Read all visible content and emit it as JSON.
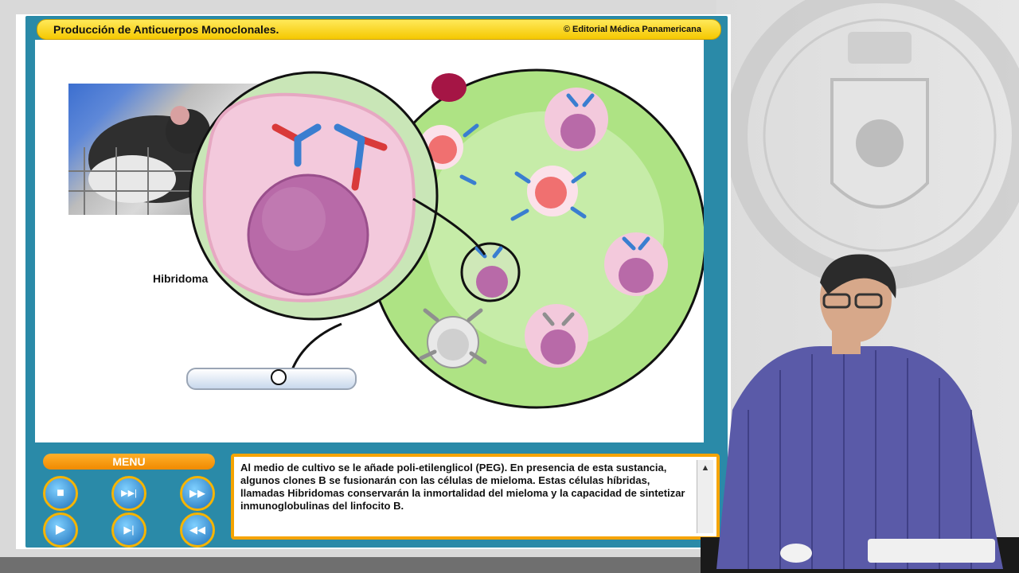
{
  "app": {
    "title": "Producción de Anticuerpos Monoclonales.",
    "copyright": "© Editorial Médica Panamericana"
  },
  "figure": {
    "label": "Hibridoma"
  },
  "menu": {
    "label": "MENU"
  },
  "controls": [
    {
      "name": "stop-button",
      "icon": "stop-icon",
      "glyph": "■"
    },
    {
      "name": "fast-forward-end-button",
      "icon": "skip-end-icon",
      "glyph": "▶▶|"
    },
    {
      "name": "fast-forward-button",
      "icon": "fast-forward-icon",
      "glyph": "▶▶"
    },
    {
      "name": "play-button",
      "icon": "play-icon",
      "glyph": "▶"
    },
    {
      "name": "next-button",
      "icon": "step-forward-icon",
      "glyph": "▶|"
    },
    {
      "name": "rewind-button",
      "icon": "rewind-icon",
      "glyph": "◀◀"
    }
  ],
  "description": {
    "text": "Al medio de cultivo se le añade poli-etilenglicol (PEG). En presencia de esta sustancia, algunos clones B se fusionarán con las células de mieloma. Estas células híbridas, llamadas Hibridomas conservarán la inmortalidad del mieloma y la capacidad de sintetizar inmunoglobulinas del linfocito B."
  },
  "colors": {
    "accent": "#f5c800",
    "frame": "#2a8aa8",
    "menu": "#f08a00",
    "culture": "#a9e07c",
    "cell": "#f3c9dc",
    "nucleus": "#b86aa8"
  }
}
